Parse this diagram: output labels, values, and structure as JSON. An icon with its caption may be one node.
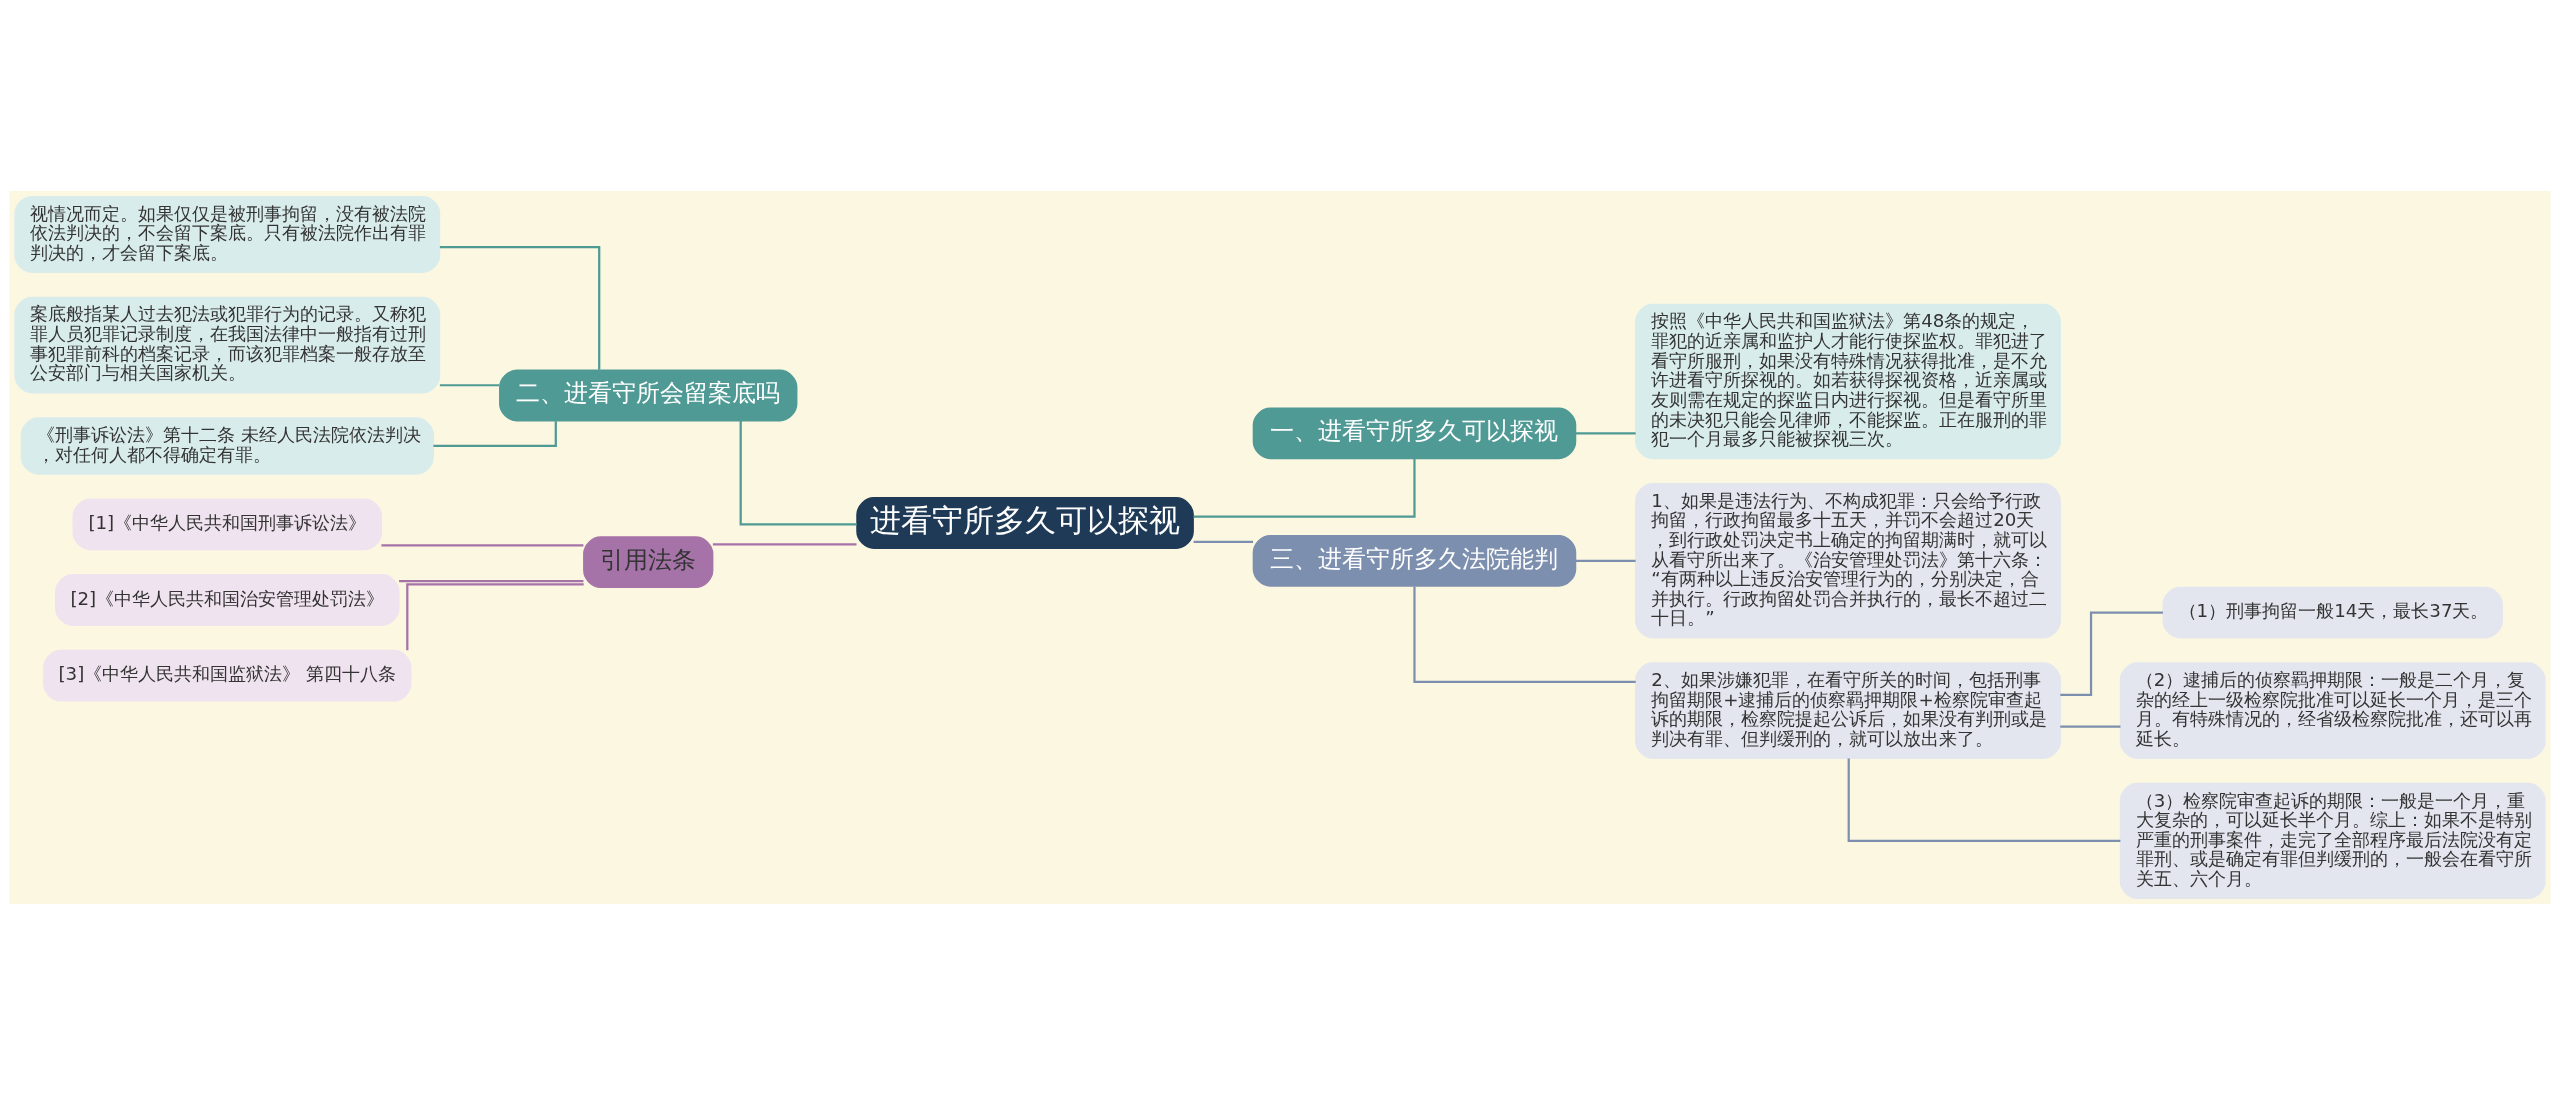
{
  "diagram": {
    "nodes": [
      {
        "text": [
          "进看守所多久可以探视"
        ]
      },
      {
        "text": [
          "一、进看守所多久可以探视"
        ]
      },
      {
        "text": [
          "按照《中华人民共和国监狱法》第48条的规定，罪犯的近亲属和监护人才能行使探监权。罪犯进了看守所服刑，如果没有特殊情况获得批准，是不允许进看守所探视的。如若获得探视资格，近亲属或友则需在规定的探监日内进行探视。但是看守所里的未决犯只能会见律师，不能探监。正在服刑的罪犯一个月最多只能被探视三次。"
        ]
      },
      {
        "text": [
          "三、进看守所多久法院能判"
        ]
      },
      {
        "text": [
          "1、如果是违法行为、不构成犯罪：只会给予行政拘留，行政拘留最多十五天，并罚不会超过20天，到行政处罚决定书上确定的拘留期满时，就可以从看守所出来了。《治安管理处罚法》第十六条：“有两种以上违反治安管理行为的，分别决定，合并执行。行政拘留处罚合并执行的，最长不超过二十日。”"
        ]
      },
      {
        "text": [
          "2、如果涉嫌犯罪，在看守所关的时间，包括刑事拘留期限+逮捕后的侦察羁押期限+检察院审查起诉的期限，检察院提起公诉后，如果没有判刑或是判决有罪、但判缓刑的，就可以放出来了。"
        ]
      },
      {
        "text": [
          "（1）刑事拘留一般14天，最长37天。"
        ]
      },
      {
        "text": [
          "（2）逮捕后的侦察羁押期限：一般是二个月，复杂的经上一级检察院批准可以延长一个月，是三个月。有特殊情况的，经省级检察院批准，还可以再延长。"
        ]
      },
      {
        "text": [
          "（3）检察院审查起诉的期限：一般是一个月，重大复杂的，可以延长半个月。综上：如果不是特别严重的刑事案件，走完了全部程序最后法院没有定罪刑、或是确定有罪但判缓刑的，一般会在看守所关五、六个月。"
        ]
      },
      {
        "text": [
          "二、进看守所会留案底吗"
        ]
      },
      {
        "text": [
          "视情况而定。如果仅仅是被刑事拘留，没有被法院依法判决的，不会留下案底。只有被法院作出有罪判决的，才会留下案底。"
        ]
      },
      {
        "text": [
          "案底般指某人过去犯法或犯罪行为的记录。又称犯罪人员犯罪记录制度，在我国法律中一般指有过刑事犯罪前科的档案记录，而该犯罪档案一般存放至公安部门与相关国家机关。"
        ]
      },
      {
        "text": [
          "《刑事诉讼法》第十二条 未经人民法院依法判决，对任何人都不得确定有罪。"
        ]
      },
      {
        "text": [
          "引用法条"
        ]
      },
      {
        "text": [
          "[1]《中华人民共和国刑事诉讼法》"
        ]
      },
      {
        "text": [
          "[2]《中华人民共和国治安管理处罚法》"
        ]
      },
      {
        "text": [
          "[3]《中华人民共和国监狱法》 第四十八条"
        ]
      }
    ],
    "edges": [
      {
        "from": 0,
        "to": 1,
        "arrow": "none",
        "color": "#4f9a94"
      },
      {
        "from": 1,
        "to": 2,
        "arrow": "none",
        "color": "#4f9a94"
      },
      {
        "from": 0,
        "to": 3,
        "arrow": "none",
        "color": "#7d8fae"
      },
      {
        "from": 3,
        "to": 4,
        "arrow": "none",
        "color": "#7d8fae"
      },
      {
        "from": 3,
        "to": 5,
        "arrow": "none",
        "color": "#7d8fae"
      },
      {
        "from": 5,
        "to": 6,
        "arrow": "none",
        "color": "#7d8fae"
      },
      {
        "from": 5,
        "to": 7,
        "arrow": "none",
        "color": "#7d8fae"
      },
      {
        "from": 5,
        "to": 8,
        "arrow": "none",
        "color": "#7d8fae"
      },
      {
        "from": 0,
        "to": 9,
        "arrow": "none",
        "color": "#4f9a94"
      },
      {
        "from": 9,
        "to": 10,
        "arrow": "none",
        "color": "#4f9a94"
      },
      {
        "from": 9,
        "to": 11,
        "arrow": "none",
        "color": "#4f9a94"
      },
      {
        "from": 9,
        "to": 12,
        "arrow": "none",
        "color": "#4f9a94"
      },
      {
        "from": 0,
        "to": 13,
        "arrow": "none",
        "color": "#a673a9"
      },
      {
        "from": 13,
        "to": 14,
        "arrow": "none",
        "color": "#a673a9"
      },
      {
        "from": 13,
        "to": 15,
        "arrow": "none",
        "color": "#a673a9"
      },
      {
        "from": 13,
        "to": 16,
        "arrow": "none",
        "color": "#a673a9"
      }
    ]
  }
}
